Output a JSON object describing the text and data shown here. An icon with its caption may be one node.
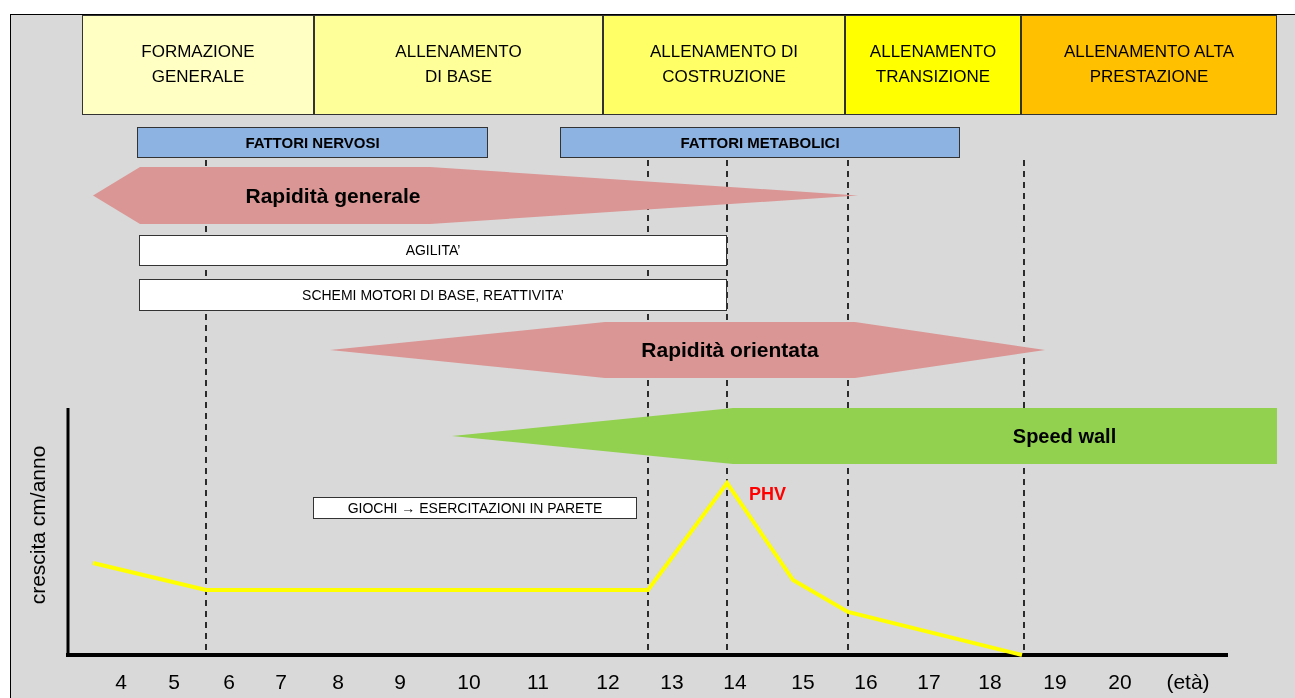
{
  "diagram": {
    "nodes": [
      {
        "text": [
          "FORMAZIONE GENERALE"
        ]
      },
      {
        "text": [
          "ALLENAMENTO DI BASE"
        ]
      },
      {
        "text": [
          "ALLENAMENTO DI COSTRUZIONE"
        ]
      },
      {
        "text": [
          "ALLENAMENTO TRANSIZIONE"
        ]
      },
      {
        "text": [
          "ALLENAMENTO ALTA PRESTAZIONE"
        ]
      },
      {
        "text": [
          "FATTORI NERVOSI"
        ]
      },
      {
        "text": [
          "FATTORI METABOLICI"
        ]
      },
      {
        "text": [
          "Rapidità generale"
        ]
      },
      {
        "text": [
          "AGILITA’"
        ]
      },
      {
        "text": [
          "SCHEMI MOTORI DI BASE, REATTIVITA’"
        ]
      },
      {
        "text": [
          "Rapidità orientata"
        ]
      },
      {
        "text": [
          "Speed wall"
        ]
      },
      {
        "text": [
          "GIOCHI → ESERCITAZIONI IN PARETE"
        ]
      }
    ],
    "edges": [],
    "labels": [
      "PHV",
      "crescita cm/anno",
      "4",
      "5",
      "6",
      "7",
      "8",
      "9",
      "10",
      "11",
      "12",
      "13",
      "14",
      "15",
      "16",
      "17",
      "18",
      "19",
      "20",
      "(età)"
    ]
  }
}
